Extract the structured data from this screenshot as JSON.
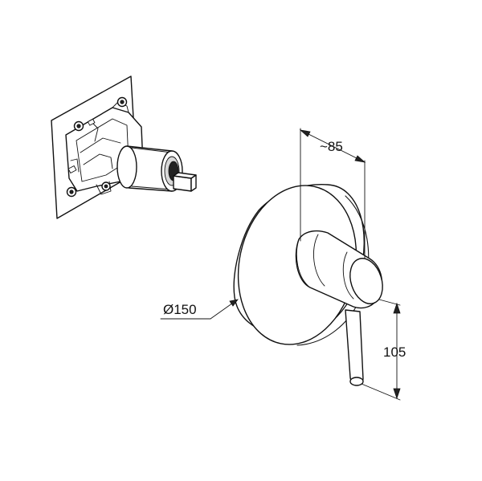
{
  "dimensions": {
    "projection": "~85",
    "rosette_diameter": "Ø150",
    "height": "105"
  }
}
